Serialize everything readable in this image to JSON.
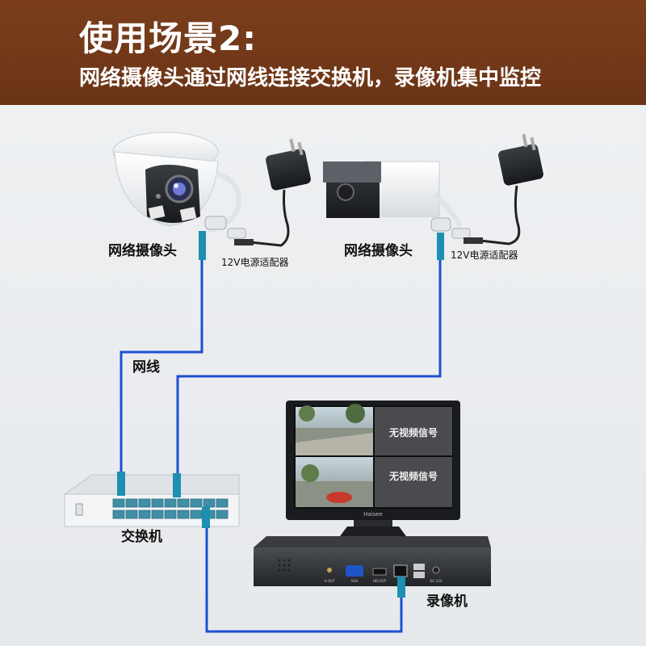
{
  "header": {
    "title": "使用场景2:",
    "subtitle": "网络摄像头通过网线连接交换机，录像机集中监控"
  },
  "labels": {
    "camera_left": "网络摄像头",
    "adapter_left": "12V电源适配器",
    "camera_right": "网络摄像头",
    "adapter_right": "12V电源适配器",
    "cable": "网线",
    "switch": "交换机",
    "nvr": "录像机"
  },
  "monitor": {
    "no_signal_1": "无视频信号",
    "no_signal_2": "无视频信号",
    "brand": "Haisee"
  },
  "nvr_ports": [
    "A-OUT",
    "VGA",
    "HD-OUT",
    "",
    "",
    "DC-12V"
  ],
  "colors": {
    "header_bg": "#6b3416",
    "cable_blue": "#1f4fd1",
    "connector_teal": "#1d8fb0"
  }
}
